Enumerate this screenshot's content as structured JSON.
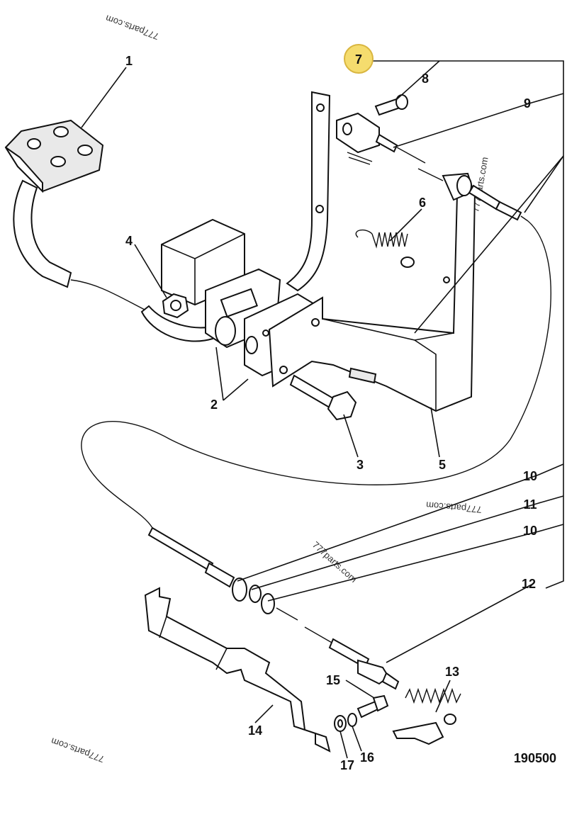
{
  "diagram": {
    "code": "190500",
    "highlighted_callout": "7",
    "watermark": "777parts.com",
    "callouts": {
      "c1": "1",
      "c2": "2",
      "c3": "3",
      "c4": "4",
      "c5": "5",
      "c6": "6",
      "c7": "7",
      "c8": "8",
      "c9": "9",
      "c10a": "10",
      "c11": "11",
      "c10b": "10",
      "c12": "12",
      "c13": "13",
      "c14": "14",
      "c15": "15",
      "c16": "16",
      "c17": "17"
    },
    "colors": {
      "highlight_fill": "#f5dc6e",
      "highlight_stroke": "#d9b640",
      "ink": "#111111"
    }
  }
}
